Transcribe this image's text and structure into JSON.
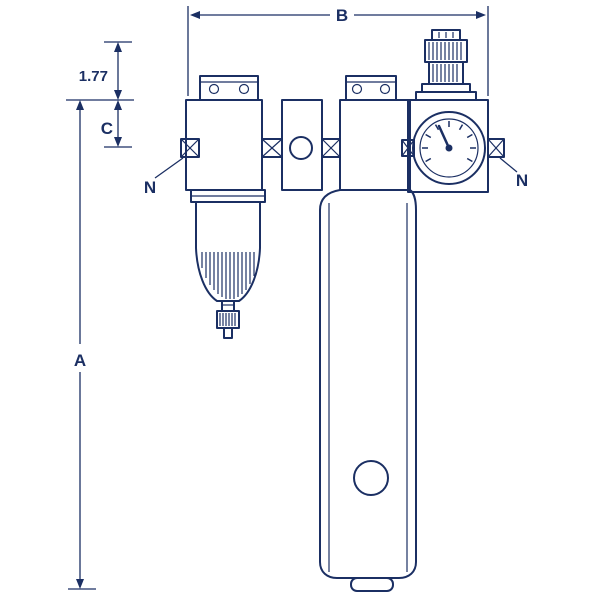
{
  "colors": {
    "line_color": "#1b2f63",
    "background": "#ffffff"
  },
  "labels": {
    "dim_b": "B",
    "dim_a": "A",
    "dim_c": "C",
    "dim_offset": "1.77",
    "port_left": "N",
    "port_right": "N"
  }
}
